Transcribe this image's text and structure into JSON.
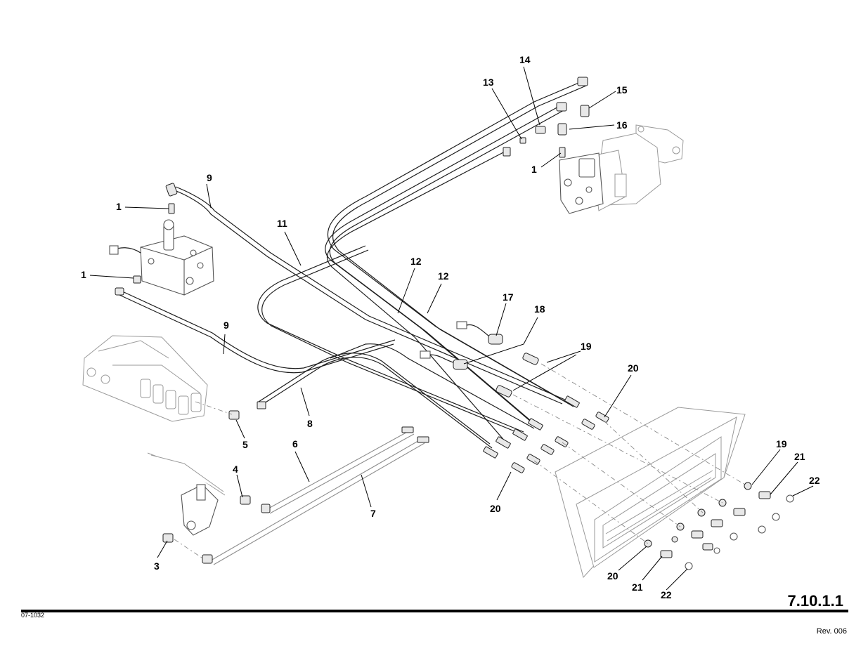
{
  "callouts": [
    {
      "id": "c14a",
      "text": "14"
    },
    {
      "id": "c13a",
      "text": "13"
    },
    {
      "id": "c15a",
      "text": "15"
    },
    {
      "id": "c16a",
      "text": "16"
    },
    {
      "id": "c1a",
      "text": "1"
    },
    {
      "id": "c9a",
      "text": "9"
    },
    {
      "id": "c1b",
      "text": "1"
    },
    {
      "id": "c11a",
      "text": "11"
    },
    {
      "id": "c1c",
      "text": "1"
    },
    {
      "id": "c12a",
      "text": "12"
    },
    {
      "id": "c12b",
      "text": "12"
    },
    {
      "id": "c17a",
      "text": "17"
    },
    {
      "id": "c18a",
      "text": "18"
    },
    {
      "id": "c9b",
      "text": "9"
    },
    {
      "id": "c19a",
      "text": "19"
    },
    {
      "id": "c20a",
      "text": "20"
    },
    {
      "id": "c8a",
      "text": "8"
    },
    {
      "id": "c5a",
      "text": "5"
    },
    {
      "id": "c6a",
      "text": "6"
    },
    {
      "id": "c4a",
      "text": "4"
    },
    {
      "id": "c7a",
      "text": "7"
    },
    {
      "id": "c20b",
      "text": "20"
    },
    {
      "id": "c19b",
      "text": "19"
    },
    {
      "id": "c21a",
      "text": "21"
    },
    {
      "id": "c22a",
      "text": "22"
    },
    {
      "id": "c3a",
      "text": "3"
    },
    {
      "id": "c20c",
      "text": "20"
    },
    {
      "id": "c21b",
      "text": "21"
    },
    {
      "id": "c22b",
      "text": "22"
    }
  ],
  "footer": {
    "section_number": "7.10.1.1",
    "drawing_id": "07-1032",
    "revision": "Rev. 006"
  }
}
